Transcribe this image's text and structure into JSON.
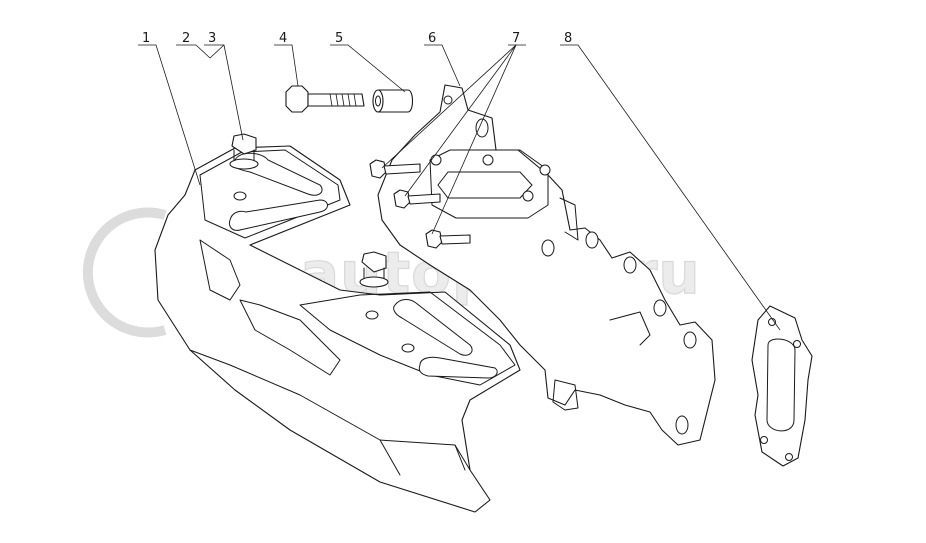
{
  "watermark": {
    "text": "autopiter.ru"
  },
  "callouts": [
    {
      "id": "1",
      "label": "1"
    },
    {
      "id": "2",
      "label": "2"
    },
    {
      "id": "3",
      "label": "3"
    },
    {
      "id": "4",
      "label": "4"
    },
    {
      "id": "5",
      "label": "5"
    },
    {
      "id": "6",
      "label": "6"
    },
    {
      "id": "7",
      "label": "7"
    },
    {
      "id": "8",
      "label": "8"
    }
  ]
}
